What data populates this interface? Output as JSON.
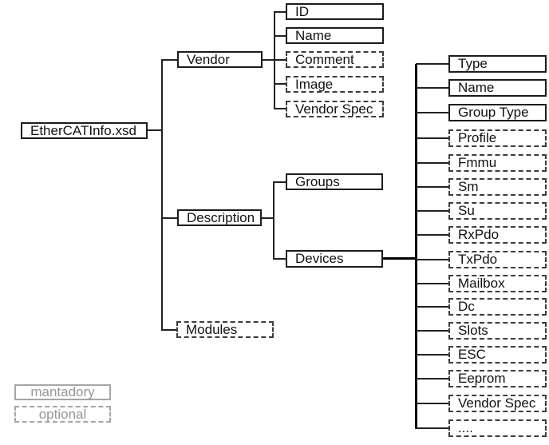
{
  "diagram": {
    "root": {
      "label": "EtherCATInfo.xsd"
    },
    "level1": {
      "vendor": {
        "label": "Vendor",
        "optional": false
      },
      "description": {
        "label": "Description",
        "optional": false
      },
      "modules": {
        "label": "Modules",
        "optional": true
      }
    },
    "vendor_children": [
      {
        "label": "ID",
        "optional": false
      },
      {
        "label": "Name",
        "optional": false
      },
      {
        "label": "Comment",
        "optional": true
      },
      {
        "label": "Image",
        "optional": true
      },
      {
        "label": "Vendor Spec",
        "optional": true
      }
    ],
    "description_children": [
      {
        "label": "Groups",
        "optional": false
      },
      {
        "label": "Devices",
        "optional": false
      }
    ],
    "devices_children": [
      {
        "label": "Type",
        "optional": false
      },
      {
        "label": "Name",
        "optional": false
      },
      {
        "label": "Group Type",
        "optional": false
      },
      {
        "label": "Profile",
        "optional": true
      },
      {
        "label": "Fmmu",
        "optional": true
      },
      {
        "label": "Sm",
        "optional": true
      },
      {
        "label": "Su",
        "optional": true
      },
      {
        "label": "RxPdo",
        "optional": true
      },
      {
        "label": "TxPdo",
        "optional": true
      },
      {
        "label": "Mailbox",
        "optional": true
      },
      {
        "label": "Dc",
        "optional": true
      },
      {
        "label": "Slots",
        "optional": true
      },
      {
        "label": "ESC",
        "optional": true
      },
      {
        "label": "Eeprom",
        "optional": true
      },
      {
        "label": "Vendor Spec",
        "optional": true
      },
      {
        "label": "....",
        "optional": true
      }
    ],
    "legend": {
      "mandatory_label": "mantadory",
      "optional_label": "optional"
    },
    "colors": {
      "background": "#ffffff",
      "line": "#222222",
      "thick_line": "#000000",
      "mandatory_border": "#1b1b1b",
      "optional_border": "#3c3c3c",
      "legend_gray": "#979797"
    }
  }
}
